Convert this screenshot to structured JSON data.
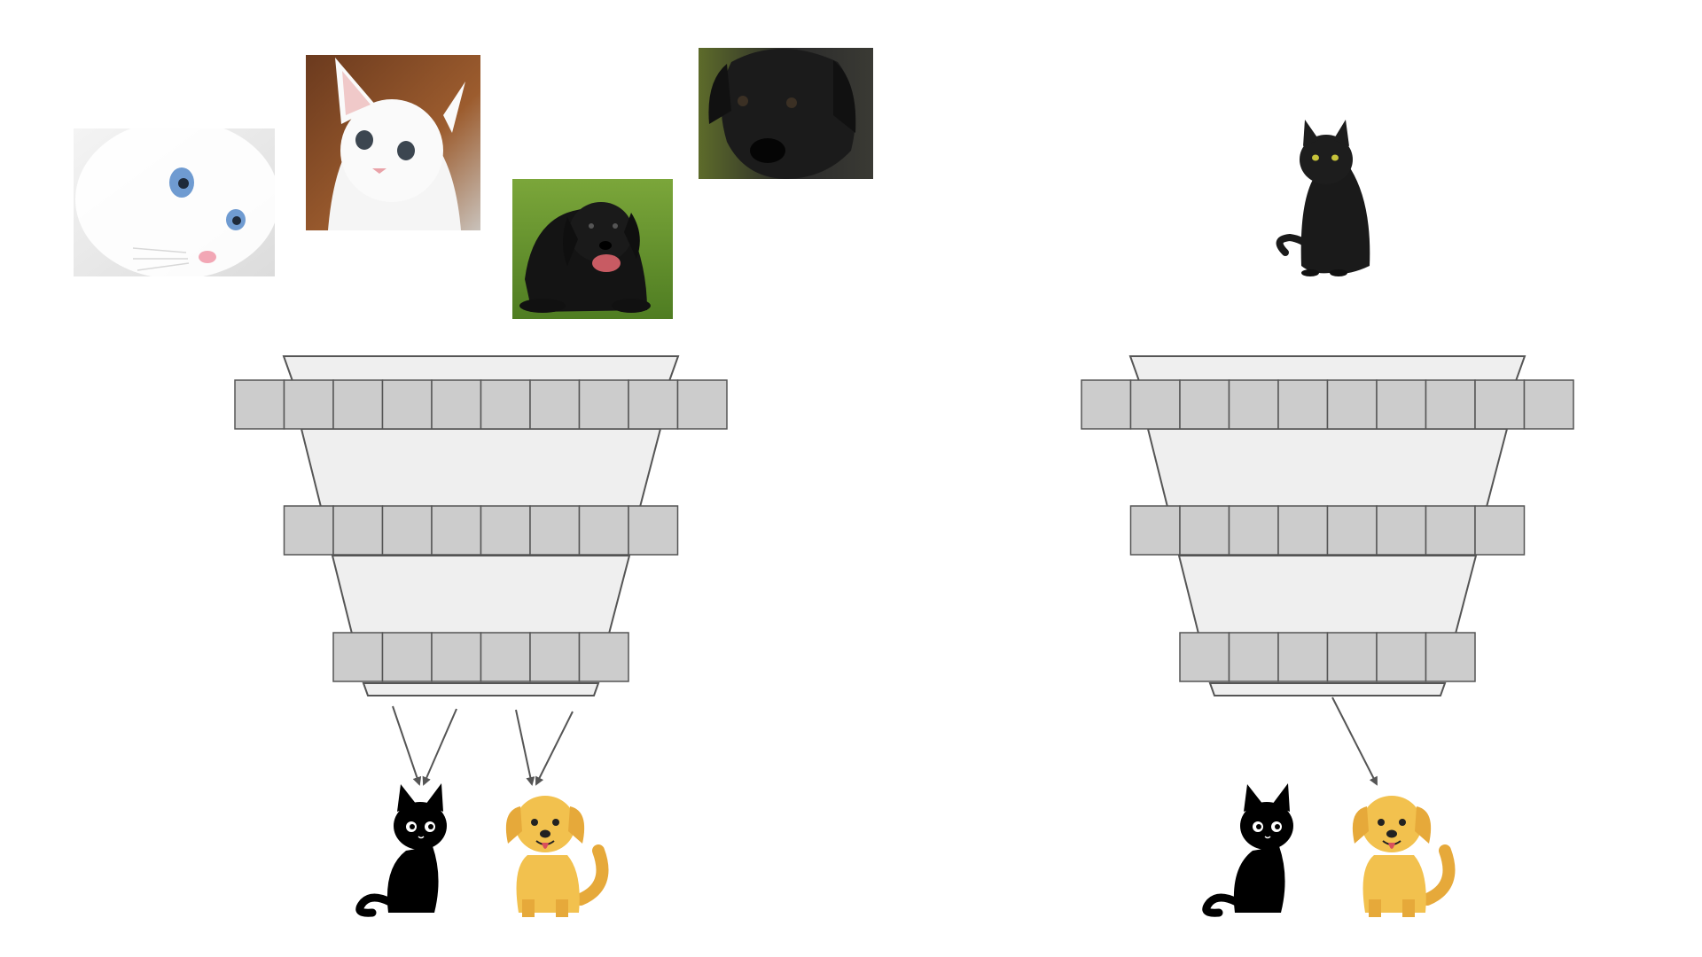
{
  "diagram": {
    "description_visible_text": "",
    "left_panel": {
      "input_images": [
        {
          "subject": "white-cat",
          "icon": "white-cat-photo"
        },
        {
          "subject": "white-kitten",
          "icon": "white-kitten-photo"
        },
        {
          "subject": "black-puppy-on-grass",
          "icon": "black-puppy-photo"
        },
        {
          "subject": "black-dog-closeup",
          "icon": "black-dog-photo"
        }
      ],
      "network_layers": [
        10,
        8,
        6
      ],
      "outputs": [
        {
          "class": "cat",
          "icon": "black-cat-icon",
          "arrows_in": 2
        },
        {
          "class": "dog",
          "icon": "yellow-dog-icon",
          "arrows_in": 2
        }
      ]
    },
    "right_panel": {
      "input_images": [
        {
          "subject": "black-cat-sitting",
          "icon": "black-cat-photo"
        }
      ],
      "network_layers": [
        10,
        8,
        6
      ],
      "outputs": [
        {
          "class": "cat",
          "icon": "black-cat-icon",
          "arrows_in": 0
        },
        {
          "class": "dog",
          "icon": "yellow-dog-icon",
          "arrows_in": 1
        }
      ]
    },
    "colors": {
      "node_fill": "#cccccc",
      "node_stroke": "#555555",
      "funnel_fill": "#efefef",
      "arrow": "#555555",
      "cat_icon": "#000000",
      "dog_icon": "#f2c14e",
      "dog_tail": "#e6a93a"
    }
  }
}
